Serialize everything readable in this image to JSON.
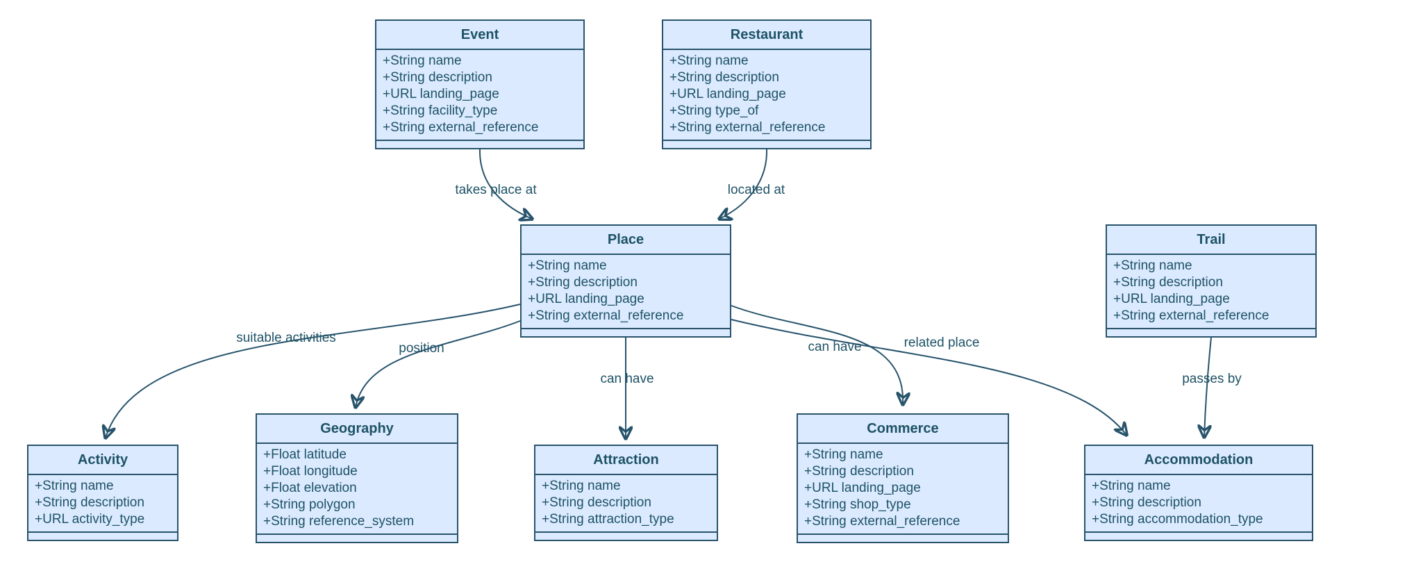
{
  "diagram": {
    "type": "uml-class-diagram",
    "colors": {
      "background": "#ffffff",
      "class_fill": "#dbeafe",
      "class_border": "#27536b",
      "text": "#1e5266",
      "edge": "#27536b"
    },
    "classes": {
      "event": {
        "name": "Event",
        "attributes": [
          "+String name",
          "+String description",
          "+URL landing_page",
          "+String facility_type",
          "+String external_reference"
        ]
      },
      "restaurant": {
        "name": "Restaurant",
        "attributes": [
          "+String name",
          "+String description",
          "+URL landing_page",
          "+String type_of",
          "+String external_reference"
        ]
      },
      "place": {
        "name": "Place",
        "attributes": [
          "+String name",
          "+String description",
          "+URL landing_page",
          "+String external_reference"
        ]
      },
      "trail": {
        "name": "Trail",
        "attributes": [
          "+String name",
          "+String description",
          "+URL landing_page",
          "+String external_reference"
        ]
      },
      "activity": {
        "name": "Activity",
        "attributes": [
          "+String name",
          "+String description",
          "+URL activity_type"
        ]
      },
      "geography": {
        "name": "Geography",
        "attributes": [
          "+Float latitude",
          "+Float longitude",
          "+Float elevation",
          "+String polygon",
          "+String reference_system"
        ]
      },
      "attraction": {
        "name": "Attraction",
        "attributes": [
          "+String name",
          "+String description",
          "+String attraction_type"
        ]
      },
      "commerce": {
        "name": "Commerce",
        "attributes": [
          "+String name",
          "+String description",
          "+URL landing_page",
          "+String shop_type",
          "+String external_reference"
        ]
      },
      "accommodation": {
        "name": "Accommodation",
        "attributes": [
          "+String name",
          "+String description",
          "+String accommodation_type"
        ]
      }
    },
    "edges": {
      "takes_place_at": {
        "from": "Event",
        "to": "Place",
        "label": "takes place at"
      },
      "located_at": {
        "from": "Restaurant",
        "to": "Place",
        "label": "located at"
      },
      "suitable_activities": {
        "from": "Place",
        "to": "Activity",
        "label": "suitable activities"
      },
      "position": {
        "from": "Place",
        "to": "Geography",
        "label": "position"
      },
      "can_have_attraction": {
        "from": "Place",
        "to": "Attraction",
        "label": "can have"
      },
      "can_have_commerce": {
        "from": "Place",
        "to": "Commerce",
        "label": "can have"
      },
      "related_place": {
        "from": "Place",
        "to": "Accommodation",
        "label": "related place"
      },
      "passes_by": {
        "from": "Trail",
        "to": "Accommodation",
        "label": "passes by"
      }
    }
  }
}
